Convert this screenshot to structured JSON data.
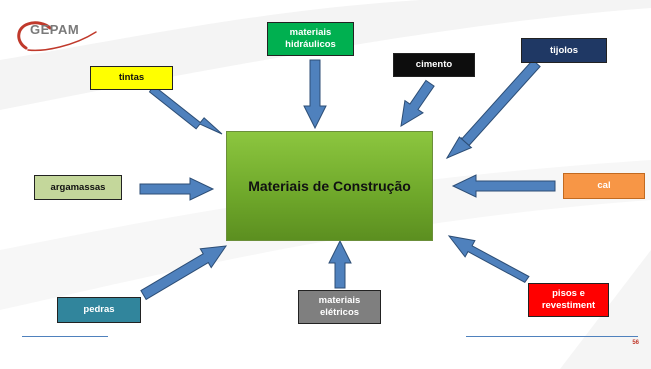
{
  "logo": {
    "text": "GEPAM"
  },
  "center": {
    "label": "Materiais de Construção"
  },
  "boxes": {
    "tintas": {
      "label": "tintas",
      "color": "#ffff00",
      "text_color": "#111111"
    },
    "hidraulicos": {
      "label": "materiais hidráulicos",
      "color": "#00b050",
      "text_color": "#ffffff"
    },
    "cimento": {
      "label": "cimento",
      "color": "#0d0d0d",
      "text_color": "#ffffff"
    },
    "tijolos": {
      "label": "tijolos",
      "color": "#1f3864",
      "text_color": "#ffffff"
    },
    "argamassas": {
      "label": "argamassas",
      "color": "#c4d79b",
      "text_color": "#111111"
    },
    "cal": {
      "label": "cal",
      "color": "#f79646",
      "text_color": "#ffffff"
    },
    "pedras": {
      "label": "pedras",
      "color": "#31859c",
      "text_color": "#ffffff"
    },
    "eletricos": {
      "label": "materiais elétricos",
      "color": "#7f7f7f",
      "text_color": "#ffffff"
    },
    "pisos": {
      "label": "pisos e revestiment",
      "color": "#ff0000",
      "text_color": "#ffffff"
    }
  },
  "colors": {
    "arrow_fill": "#4f81bd",
    "arrow_stroke": "#2c4d75",
    "footer_line": "#4f81bd",
    "logo_accent": "#c0392b"
  },
  "page": {
    "number": "56"
  }
}
